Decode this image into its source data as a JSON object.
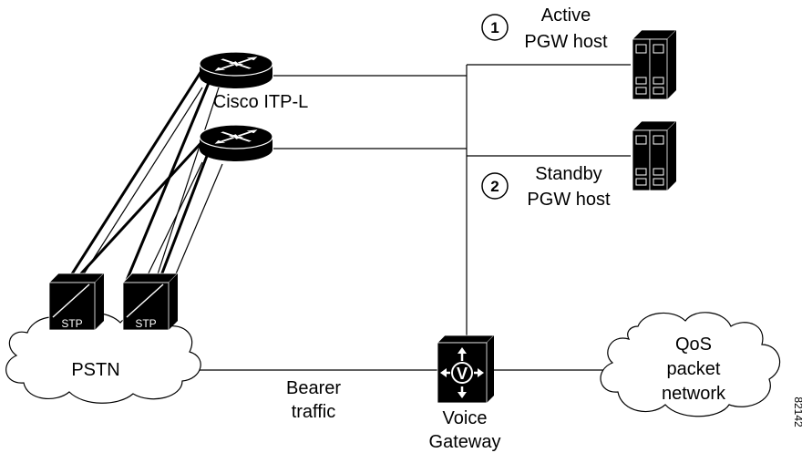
{
  "nodes": {
    "router_label": "Cisco ITP-L",
    "active_host_number": "1",
    "active_host_line1": "Active",
    "active_host_line2": "PGW host",
    "standby_host_number": "2",
    "standby_host_line1": "Standby",
    "standby_host_line2": "PGW host",
    "stp_left_label": "STP",
    "stp_right_label": "STP",
    "pstn_label": "PSTN",
    "voice_gateway_symbol": "V",
    "voice_gateway_line1": "Voice",
    "voice_gateway_line2": "Gateway",
    "qos_line1": "QoS",
    "qos_line2": "packet",
    "qos_line3": "network"
  },
  "links": {
    "bearer_line1": "Bearer",
    "bearer_line2": "traffic"
  },
  "figure_id": "82142",
  "icons": [
    "router-icon",
    "server-icon",
    "stp-icon",
    "cloud-icon",
    "voice-gateway-icon"
  ]
}
